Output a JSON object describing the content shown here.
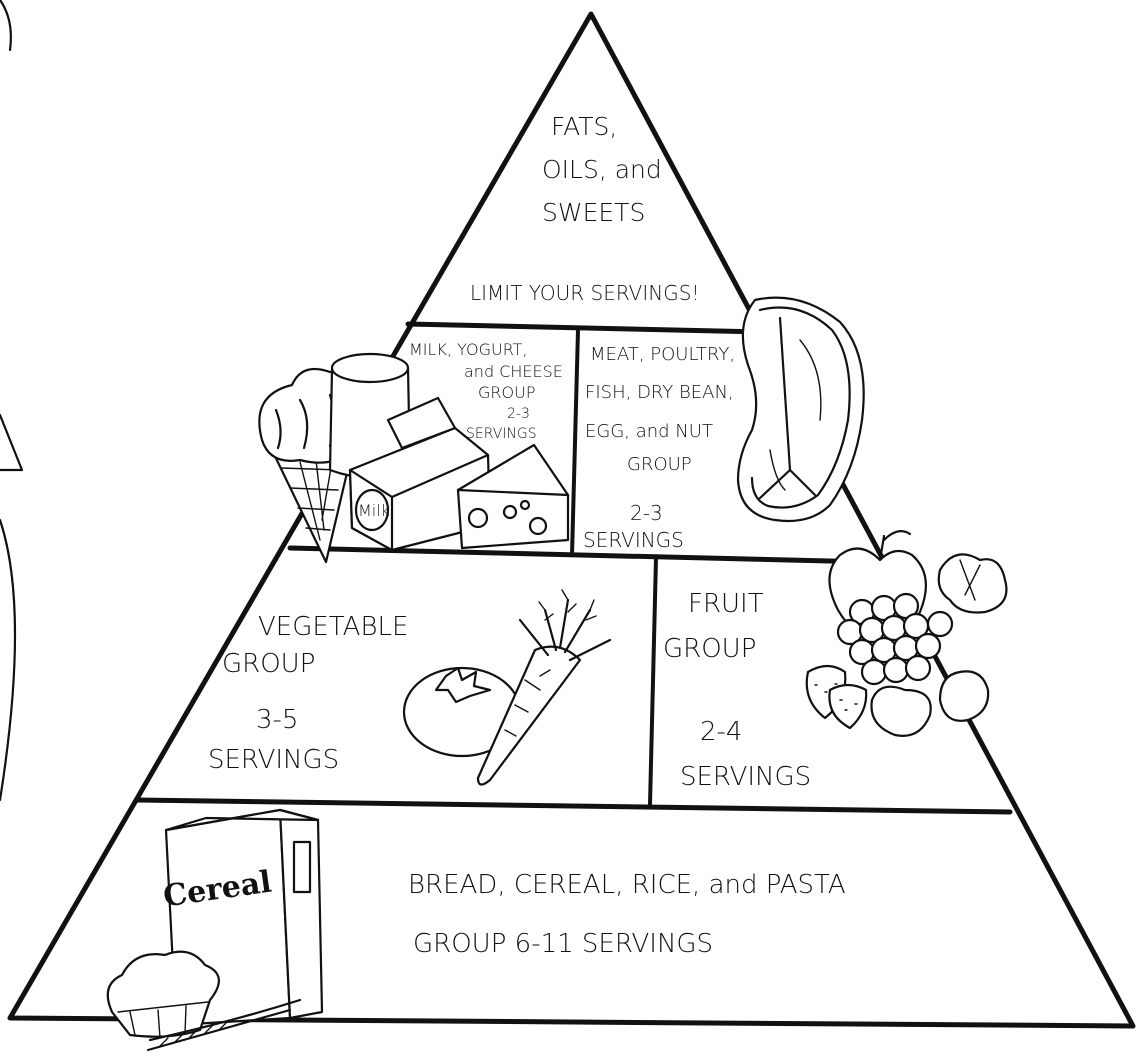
{
  "tiers": {
    "top": {
      "line1": "FATS,",
      "line2": "OILS, and",
      "line3": "SWEETS",
      "note": "LIMIT YOUR SERVINGS!"
    },
    "dairy": {
      "line1": "MILK, YOGURT,",
      "line2": "and CHEESE",
      "line3": "GROUP",
      "count": "2-3",
      "unit": "SERVINGS"
    },
    "protein": {
      "line1": "MEAT, POULTRY,",
      "line2": "FISH, DRY BEAN,",
      "line3": "EGG, and NUT",
      "line4": "GROUP",
      "count": "2-3",
      "unit": "SERVINGS"
    },
    "vegetable": {
      "line1": "VEGETABLE",
      "line2": "GROUP",
      "count": "3-5",
      "unit": "SERVINGS"
    },
    "fruit": {
      "line1": "FRUIT",
      "line2": "GROUP",
      "count": "2-4",
      "unit": "SERVINGS"
    },
    "grain": {
      "line1": "BREAD, CEREAL, RICE, and PASTA",
      "line2": "GROUP 6-11 SERVINGS"
    }
  },
  "illustration_labels": {
    "milk_carton": "Milk",
    "cereal_box": "Cereal"
  },
  "colors": {
    "ink": "#111111",
    "paper": "#ffffff"
  },
  "icons": [
    "ice-cream-cone-icon",
    "milk-carton-icon",
    "cheese-wedge-icon",
    "drink-cup-icon",
    "steak-icon",
    "tomato-icon",
    "carrot-icon",
    "apple-icon",
    "grapes-icon",
    "strawberry-icon",
    "cereal-box-icon",
    "muffin-icon",
    "wheat-stalk-icon"
  ]
}
